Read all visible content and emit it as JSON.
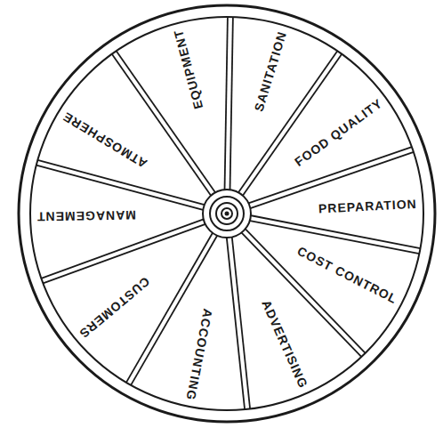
{
  "diagram": {
    "labels": [
      "EQUIPMENT",
      "SANITATION",
      "FOOD QUALITY",
      "PREPARATION",
      "COST CONTROL",
      "ADVERTISING",
      "ACCOUNTING",
      "CUSTOMERS",
      "MANAGEMENT",
      "ATMOSPHERE"
    ]
  }
}
